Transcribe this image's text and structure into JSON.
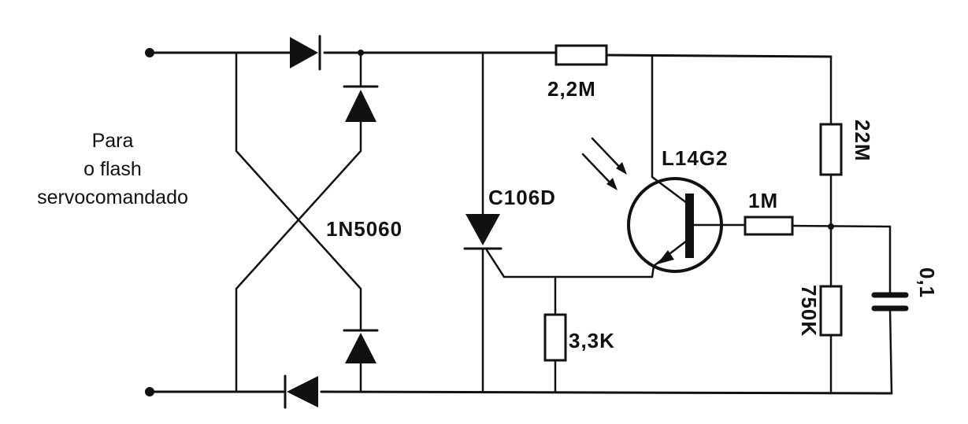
{
  "input_label": {
    "line1": "Para",
    "line2": "o flash",
    "line3": "servocomandado"
  },
  "components": {
    "rectifier": "1N5060",
    "scr": "C106D",
    "phototransistor": "L14G2",
    "r_top": "2,2M",
    "r_right_top": "22M",
    "r_base": "1M",
    "r_right_bottom": "750K",
    "r_gate": "3,3K",
    "capacitor": "0,1"
  }
}
